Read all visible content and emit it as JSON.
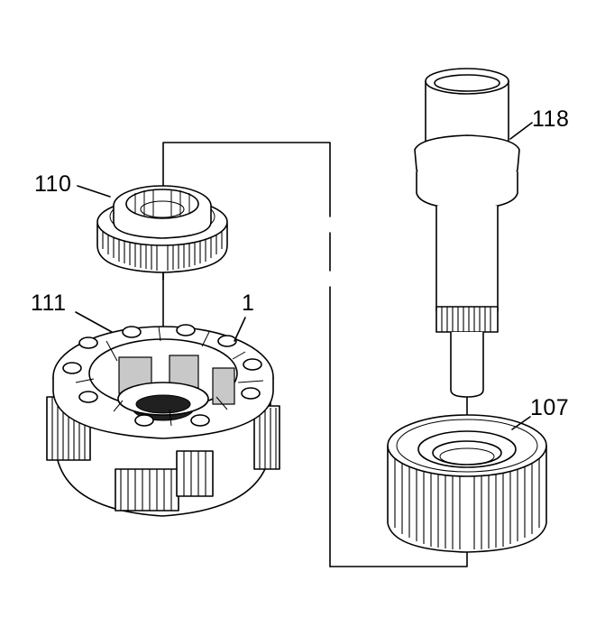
{
  "diagram": {
    "callouts": {
      "c110": "110",
      "c111": "111",
      "c1": "1",
      "c118": "118",
      "c107": "107"
    },
    "colors": {
      "line": "#000000",
      "background": "#ffffff",
      "shade": "#c8c8c8"
    }
  }
}
